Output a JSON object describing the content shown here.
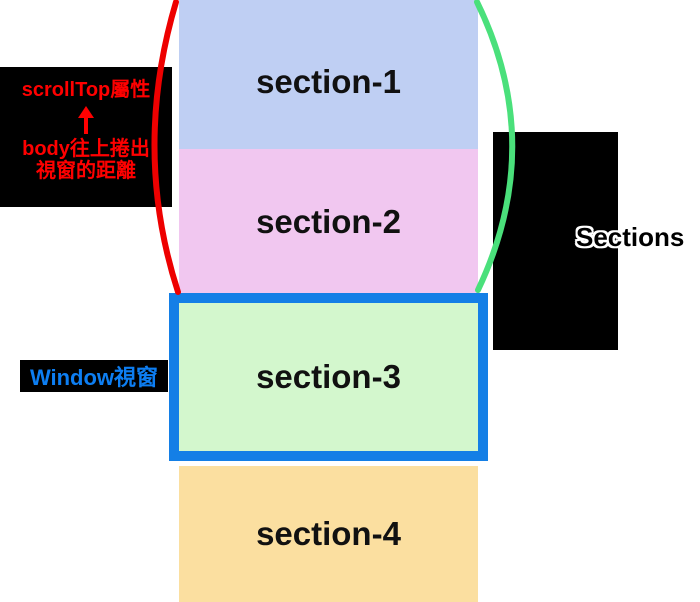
{
  "diagram": {
    "sections": [
      {
        "label": "section-1",
        "color": "#bfcff3"
      },
      {
        "label": "section-2",
        "color": "#f1c7f0"
      },
      {
        "label": "section-3",
        "color": "#d3f7cd"
      },
      {
        "label": "section-4",
        "color": "#fbdfa0"
      }
    ],
    "scrolltop_label": {
      "line1": "scrollTop屬性",
      "line2": "body往上捲出",
      "line3": "視窗的距離",
      "text_color": "#ff0000"
    },
    "window_label": {
      "text": "Window視窗",
      "text_color": "#0d7ef2"
    },
    "sections_label": {
      "text": "Sections"
    },
    "viewport": {
      "border_color": "#147fe6"
    },
    "braces": {
      "left_color": "#ee0000",
      "right_color": "#4ae07b"
    }
  }
}
